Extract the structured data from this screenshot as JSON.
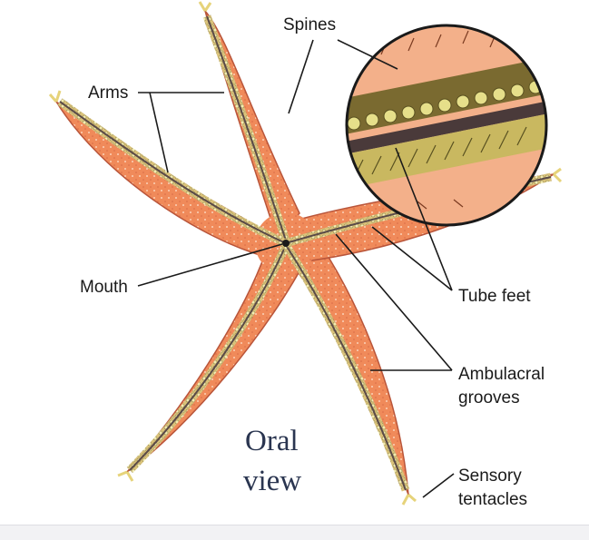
{
  "labels": {
    "spines": "Spines",
    "arms": "Arms",
    "mouth": "Mouth",
    "tube_feet": "Tube feet",
    "ambulacral_line1": "Ambulacral",
    "ambulacral_line2": "grooves",
    "sensory_line1": "Sensory",
    "sensory_line2": "tentacles",
    "view_line1": "Oral",
    "view_line2": "view"
  },
  "colors": {
    "body": "#f08a5a",
    "body_dark": "#c9573a",
    "groove": "#5a4a48",
    "tube_feet": "#e6df8a",
    "inset_bg": "#f3b08a",
    "view_text": "#2a3550"
  }
}
